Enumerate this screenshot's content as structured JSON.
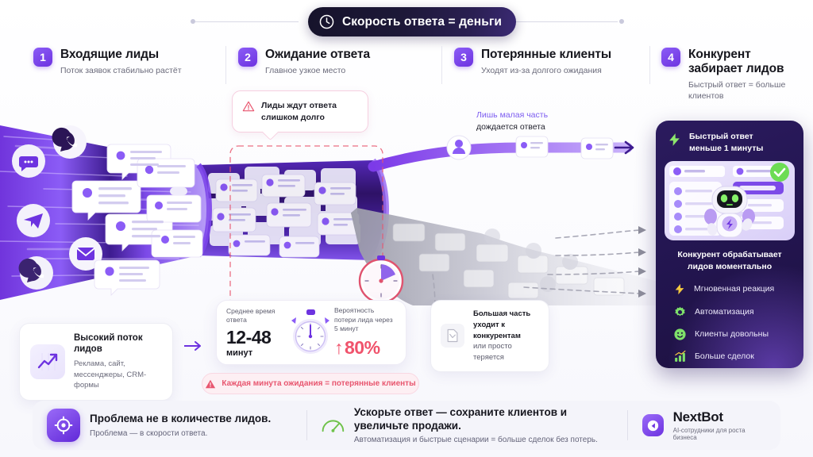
{
  "header": {
    "badge_label": "Скорость ответа = деньги",
    "badge_icon": "clock-icon"
  },
  "steps": [
    {
      "num": "1",
      "title": "Входящие лиды",
      "subtitle": "Поток заявок стабильно растёт"
    },
    {
      "num": "2",
      "title": "Ожидание ответа",
      "subtitle": "Главное узкое место"
    },
    {
      "num": "3",
      "title": "Потерянные клиенты",
      "subtitle": "Уходят из-за долгого ожидания"
    },
    {
      "num": "4",
      "title": "Конкурент\nзабирает лидов",
      "subtitle": "Быстрый ответ = больше клиентов"
    }
  ],
  "tooltip": {
    "icon": "warning-triangle-icon",
    "line1": "Лиды ждут ответа",
    "line2": "слишком долго"
  },
  "annotation": {
    "line1": "Лишь малая часть",
    "line2": "дождается ответа"
  },
  "stats": {
    "left_caption": "Среднее время ответа",
    "left_value": "12-48",
    "left_unit": "минут",
    "right_caption": "Вероятность потери лида через 5 минут",
    "right_arrow": "↑",
    "right_value": "80%",
    "icon": "stopwatch-icon"
  },
  "strip": {
    "icon": "warning-triangle-icon",
    "text": "Каждая минута ожидания = потерянные клиенты"
  },
  "cards": {
    "flow": {
      "icon": "trend-up-chart-icon",
      "title": "Высокий поток лидов",
      "subtitle": "Реклама, сайт, мессенджеры, CRM-формы"
    },
    "lost": {
      "icon": "declining-document-icon",
      "line1": "Большая часть",
      "line2": "уходит к конкурентам",
      "line3": "или просто теряется"
    }
  },
  "panel": {
    "top_icon": "lightning-bolt-icon",
    "top_line1": "Быстрый ответ",
    "top_line2": "меньше 1 минуты",
    "mascot_icon": "robot-mascot",
    "check_icon": "check-circle-icon",
    "heading_line1": "Конкурент обрабатывает",
    "heading_line2": "лидов моментально",
    "features": [
      {
        "icon": "lightning-bolt-icon",
        "label": "Мгновенная реакция",
        "color": "#f5c93f"
      },
      {
        "icon": "gear-icon",
        "label": "Автоматизация",
        "color": "#7ee06a"
      },
      {
        "icon": "smiley-face-icon",
        "label": "Клиенты довольны",
        "color": "#7ee06a"
      },
      {
        "icon": "bar-chart-up-icon",
        "label": "Больше сделок",
        "color": "#7ee06a"
      }
    ]
  },
  "bottom": {
    "left": {
      "icon": "target-icon",
      "title": "Проблема не в количестве лидов.",
      "subtitle": "Проблема — в скорости ответа."
    },
    "middle": {
      "icon": "speedometer-icon",
      "title": "Ускорьте ответ — сохраните клиентов и увеличьте продажи.",
      "subtitle": "Автоматизация и быстрые сценарии = больше сделок без потерь."
    },
    "right": {
      "icon": "nextbot-logo-icon",
      "brand": "NextBot",
      "tagline": "AI-сотрудники для роста бизнеса"
    }
  },
  "colors": {
    "accent": "#6d33e0",
    "violet": "#8b5cf6",
    "danger": "#f0536c",
    "green": "#7ee06a",
    "dark": "#1d1140"
  }
}
